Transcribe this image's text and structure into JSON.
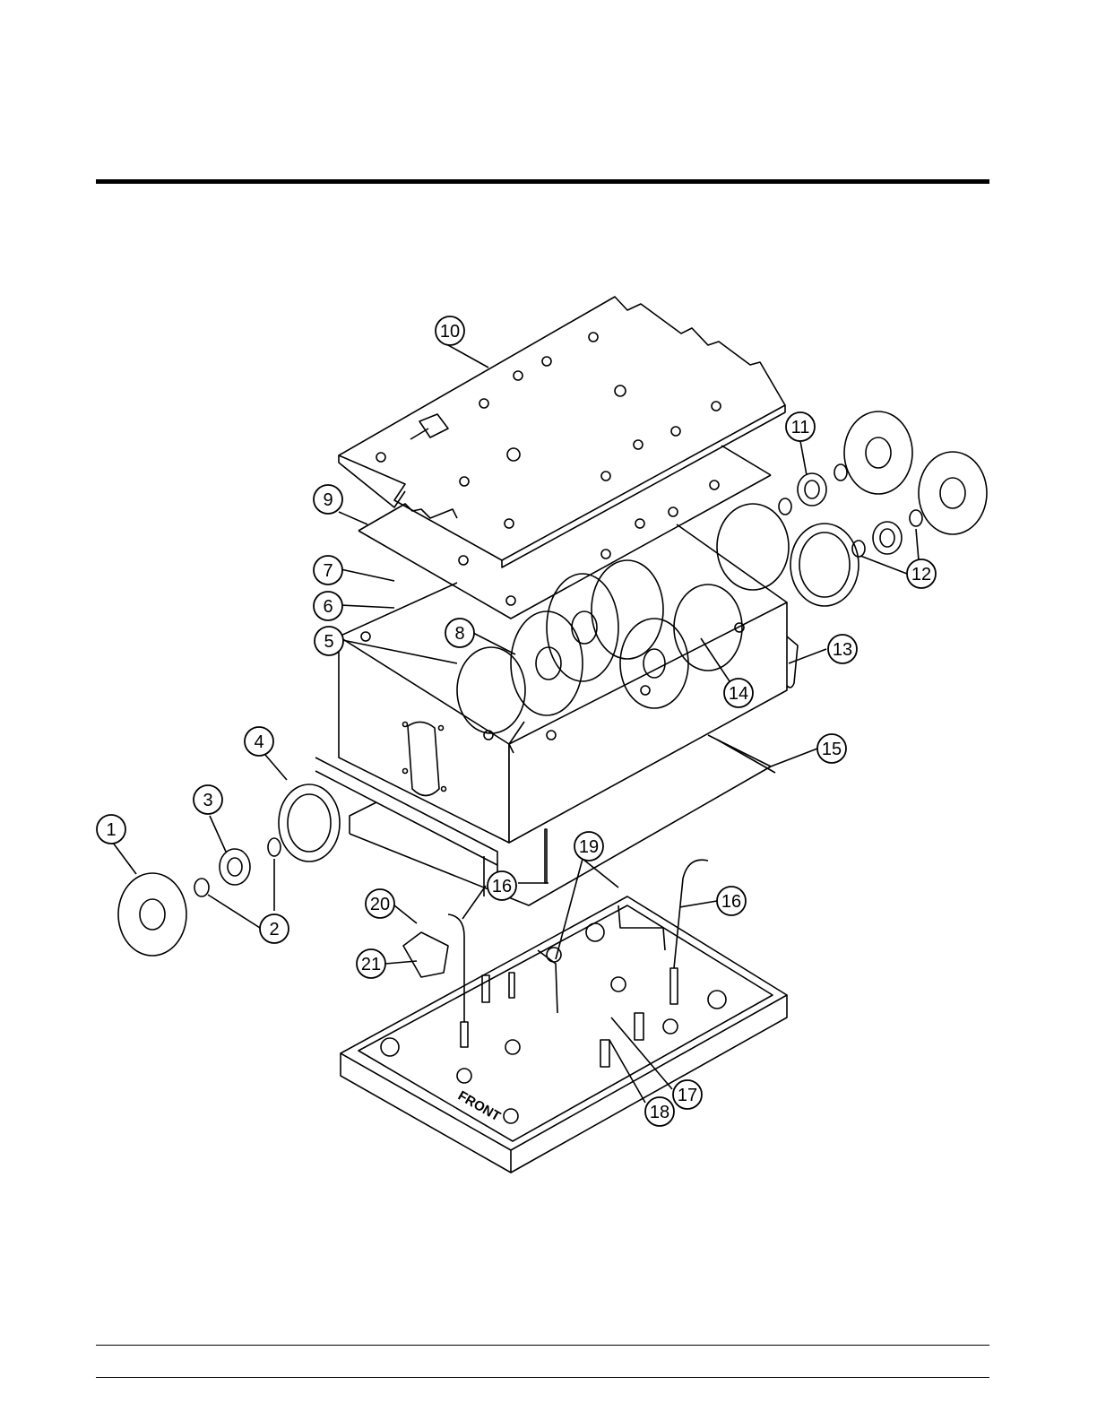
{
  "diagram": {
    "callouts": [
      {
        "id": "1",
        "label": "1"
      },
      {
        "id": "2",
        "label": "2"
      },
      {
        "id": "3",
        "label": "3"
      },
      {
        "id": "4",
        "label": "4"
      },
      {
        "id": "5",
        "label": "5"
      },
      {
        "id": "6",
        "label": "6"
      },
      {
        "id": "7",
        "label": "7"
      },
      {
        "id": "8",
        "label": "8"
      },
      {
        "id": "9",
        "label": "9"
      },
      {
        "id": "10",
        "label": "10"
      },
      {
        "id": "11",
        "label": "11"
      },
      {
        "id": "12",
        "label": "12"
      },
      {
        "id": "13",
        "label": "13"
      },
      {
        "id": "14",
        "label": "14"
      },
      {
        "id": "15",
        "label": "15"
      },
      {
        "id": "16a",
        "label": "16"
      },
      {
        "id": "16b",
        "label": "16"
      },
      {
        "id": "17",
        "label": "17"
      },
      {
        "id": "18",
        "label": "18"
      },
      {
        "id": "19",
        "label": "19"
      },
      {
        "id": "20",
        "label": "20"
      },
      {
        "id": "21",
        "label": "21"
      }
    ],
    "base_marking": "FRONT"
  }
}
